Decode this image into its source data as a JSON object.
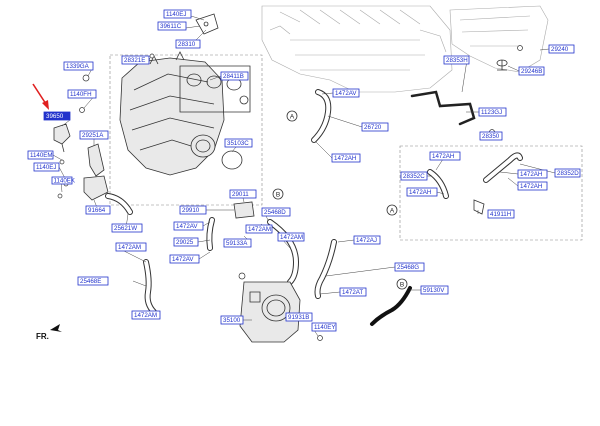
{
  "diagram": {
    "callouts": [
      {
        "id": "c1140EJ_a",
        "text": "1140EJ"
      },
      {
        "id": "c39611C",
        "text": "39611C"
      },
      {
        "id": "c28310",
        "text": "28310"
      },
      {
        "id": "c1339GA",
        "text": "1339GA"
      },
      {
        "id": "c28321E",
        "text": "28321E"
      },
      {
        "id": "c28411B",
        "text": "28411B"
      },
      {
        "id": "c1140FH",
        "text": "1140FH"
      },
      {
        "id": "c39650",
        "text": "39650"
      },
      {
        "id": "c29251A",
        "text": "29251A"
      },
      {
        "id": "c1140EM",
        "text": "1140EM"
      },
      {
        "id": "c1140EJ_b",
        "text": "1140EJ"
      },
      {
        "id": "c1140EK",
        "text": "1140EK"
      },
      {
        "id": "c91664",
        "text": "91664"
      },
      {
        "id": "c25621W",
        "text": "25621W"
      },
      {
        "id": "c1472AM_a",
        "text": "1472AM"
      },
      {
        "id": "c25468E",
        "text": "25468E"
      },
      {
        "id": "c1472AM_b",
        "text": "1472AM"
      },
      {
        "id": "c1472AV_a",
        "text": "1472AV"
      },
      {
        "id": "c1472AH_a",
        "text": "1472AH"
      },
      {
        "id": "c26720",
        "text": "26720"
      },
      {
        "id": "c28350",
        "text": "28350"
      },
      {
        "id": "c35103C",
        "text": "35103C"
      },
      {
        "id": "c29011",
        "text": "29011"
      },
      {
        "id": "c29910",
        "text": "29910"
      },
      {
        "id": "c25468D",
        "text": "25468D"
      },
      {
        "id": "c1472AV_b",
        "text": "1472AV"
      },
      {
        "id": "c29025",
        "text": "29025"
      },
      {
        "id": "c1472AV_c",
        "text": "1472AV"
      },
      {
        "id": "c1472AM_c",
        "text": "1472AM"
      },
      {
        "id": "c59133A",
        "text": "59133A"
      },
      {
        "id": "c1472AM_d",
        "text": "1472AM"
      },
      {
        "id": "c1472AJ",
        "text": "1472AJ"
      },
      {
        "id": "c25468G",
        "text": "25468G"
      },
      {
        "id": "c1472AT",
        "text": "1472AT"
      },
      {
        "id": "c59130V",
        "text": "59130V"
      },
      {
        "id": "c35100",
        "text": "35100"
      },
      {
        "id": "c91931B",
        "text": "91931B"
      },
      {
        "id": "c1140EY",
        "text": "1140EY"
      },
      {
        "id": "c28353H",
        "text": "28353H"
      },
      {
        "id": "c29240",
        "text": "29240"
      },
      {
        "id": "c29246B",
        "text": "29246B"
      },
      {
        "id": "c1123GJ",
        "text": "1123GJ"
      },
      {
        "id": "c28350b",
        "text": "28350"
      },
      {
        "id": "c1472AH_b",
        "text": "1472AH"
      },
      {
        "id": "c28352C",
        "text": "28352C"
      },
      {
        "id": "c1472AH_c",
        "text": "1472AH"
      },
      {
        "id": "c1472AH_d",
        "text": "1472AH"
      },
      {
        "id": "c1472AH_e",
        "text": "1472AH"
      },
      {
        "id": "c28352D",
        "text": "28352D"
      },
      {
        "id": "c41911H",
        "text": "41911H"
      }
    ],
    "refs": [
      "A",
      "B",
      "A",
      "B"
    ],
    "direction_label": "FR.",
    "highlight_color": "#2233cc",
    "arrow_color": "#e02020"
  }
}
